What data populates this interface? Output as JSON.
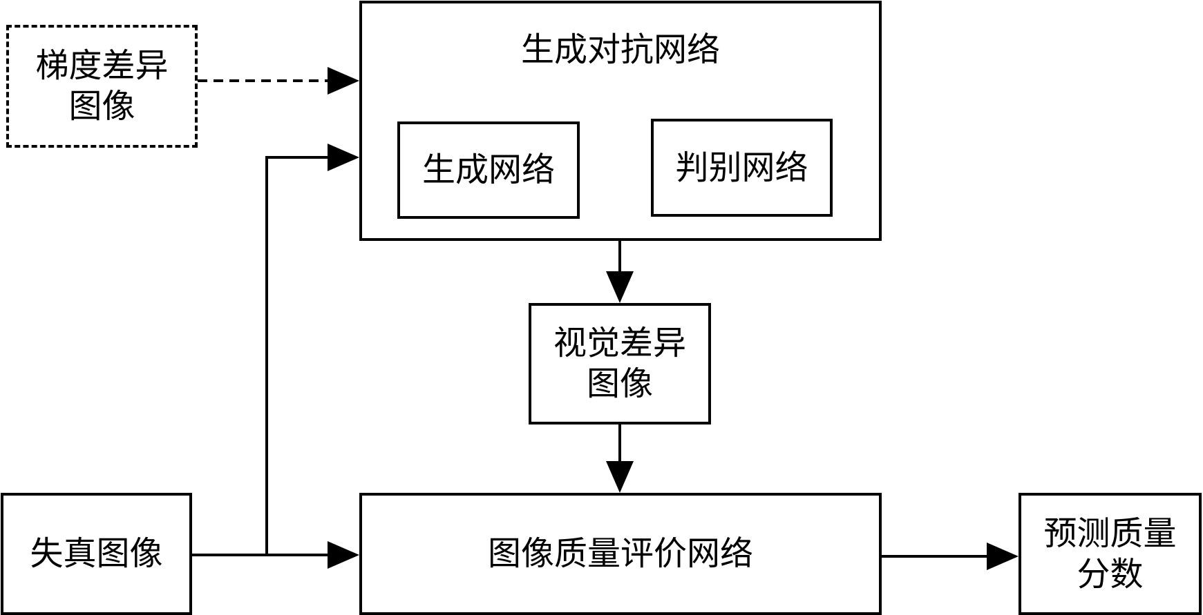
{
  "nodes": {
    "gradient_diff": "梯度差异\n图像",
    "gan": "生成对抗网络",
    "generator": "生成网络",
    "discriminator": "判别网络",
    "visual_diff": "视觉差异\n图像",
    "distorted": "失真图像",
    "iqa_net": "图像质量评价网络",
    "predicted_score": "预测质量\n分数"
  },
  "edges": [
    {
      "from": "gradient_diff",
      "to": "gan",
      "style": "dashed"
    },
    {
      "from": "distorted",
      "to": "gan",
      "style": "solid"
    },
    {
      "from": "gan",
      "to": "visual_diff",
      "style": "solid"
    },
    {
      "from": "visual_diff",
      "to": "iqa_net",
      "style": "solid"
    },
    {
      "from": "distorted",
      "to": "iqa_net",
      "style": "solid"
    },
    {
      "from": "iqa_net",
      "to": "predicted_score",
      "style": "solid"
    }
  ],
  "colors": {
    "stroke": "#000000",
    "background": "#ffffff"
  }
}
